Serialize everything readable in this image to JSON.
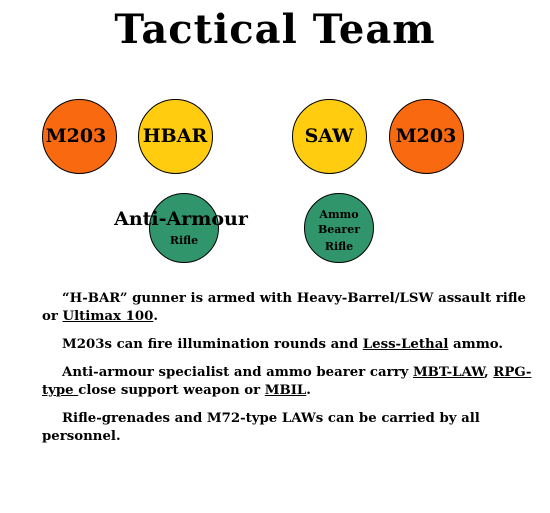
{
  "title": "Tactical Team",
  "colors": {
    "orange": "#f96a10",
    "yellow": "#ffcc10",
    "green": "#30956a"
  },
  "row1": [
    {
      "label": "M203",
      "color": "orange"
    },
    {
      "label": "HBAR",
      "color": "yellow"
    },
    {
      "label": "SAW",
      "color": "yellow"
    },
    {
      "label": "M203",
      "color": "orange"
    }
  ],
  "row2": {
    "anti_armour_label": "Anti-Armour",
    "anti_armour_sub": "Rifle",
    "ammo_line1": "Ammo",
    "ammo_line2": "Bearer",
    "ammo_line3": "Rifle"
  },
  "notes": {
    "p1_a": "“H-BAR” gunner is armed with Heavy-Barrel/LSW assault rifle or ",
    "p1_link": "Ultimax 100",
    "p1_b": ".",
    "p2_a": "M203s can fire illumination rounds and ",
    "p2_link": "Less-Lethal",
    "p2_b": " ammo.",
    "p3_a": "Anti-armour specialist and ammo bearer carry ",
    "p3_link1": "MBT-LAW",
    "p3_sep": ", ",
    "p3_link2": "RPG-type ",
    "p3_b": "close support weapon or ",
    "p3_link3": "MBIL",
    "p3_c": ".",
    "p4": "Rifle-grenades and M72-type LAWs can be carried by all personnel."
  }
}
